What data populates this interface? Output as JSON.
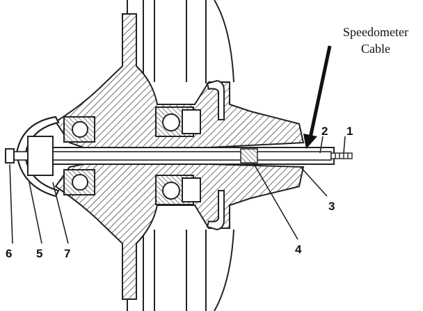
{
  "callout": {
    "line1": "Speedometer",
    "line2": "Cable"
  },
  "part_labels": [
    "1",
    "2",
    "3",
    "4",
    "5",
    "6",
    "7"
  ],
  "colors": {
    "ink": "#111111",
    "paper": "#ffffff"
  }
}
